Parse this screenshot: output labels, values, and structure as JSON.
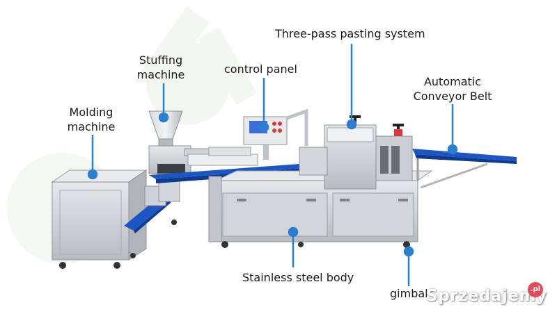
{
  "labels": {
    "three_pass": "Three-pass pasting system",
    "stuffing_line1": "Stuffing",
    "stuffing_line2": "machine",
    "control_panel": "control panel",
    "automatic_line1": "Automatic",
    "automatic_line2": "Conveyor Belt",
    "molding_line1": "Molding",
    "molding_line2": "machine",
    "stainless": "Stainless steel body",
    "gimbal": "gimbal"
  },
  "watermark": {
    "text": "Sprzedajemy",
    "badge": ".pl"
  },
  "colors": {
    "leader": "#2a7fd0",
    "conveyor": "#1c55c4",
    "steel": "#c9ccd0",
    "steel_dark": "#8d9196",
    "panel_screen": "#3a6fd8"
  }
}
